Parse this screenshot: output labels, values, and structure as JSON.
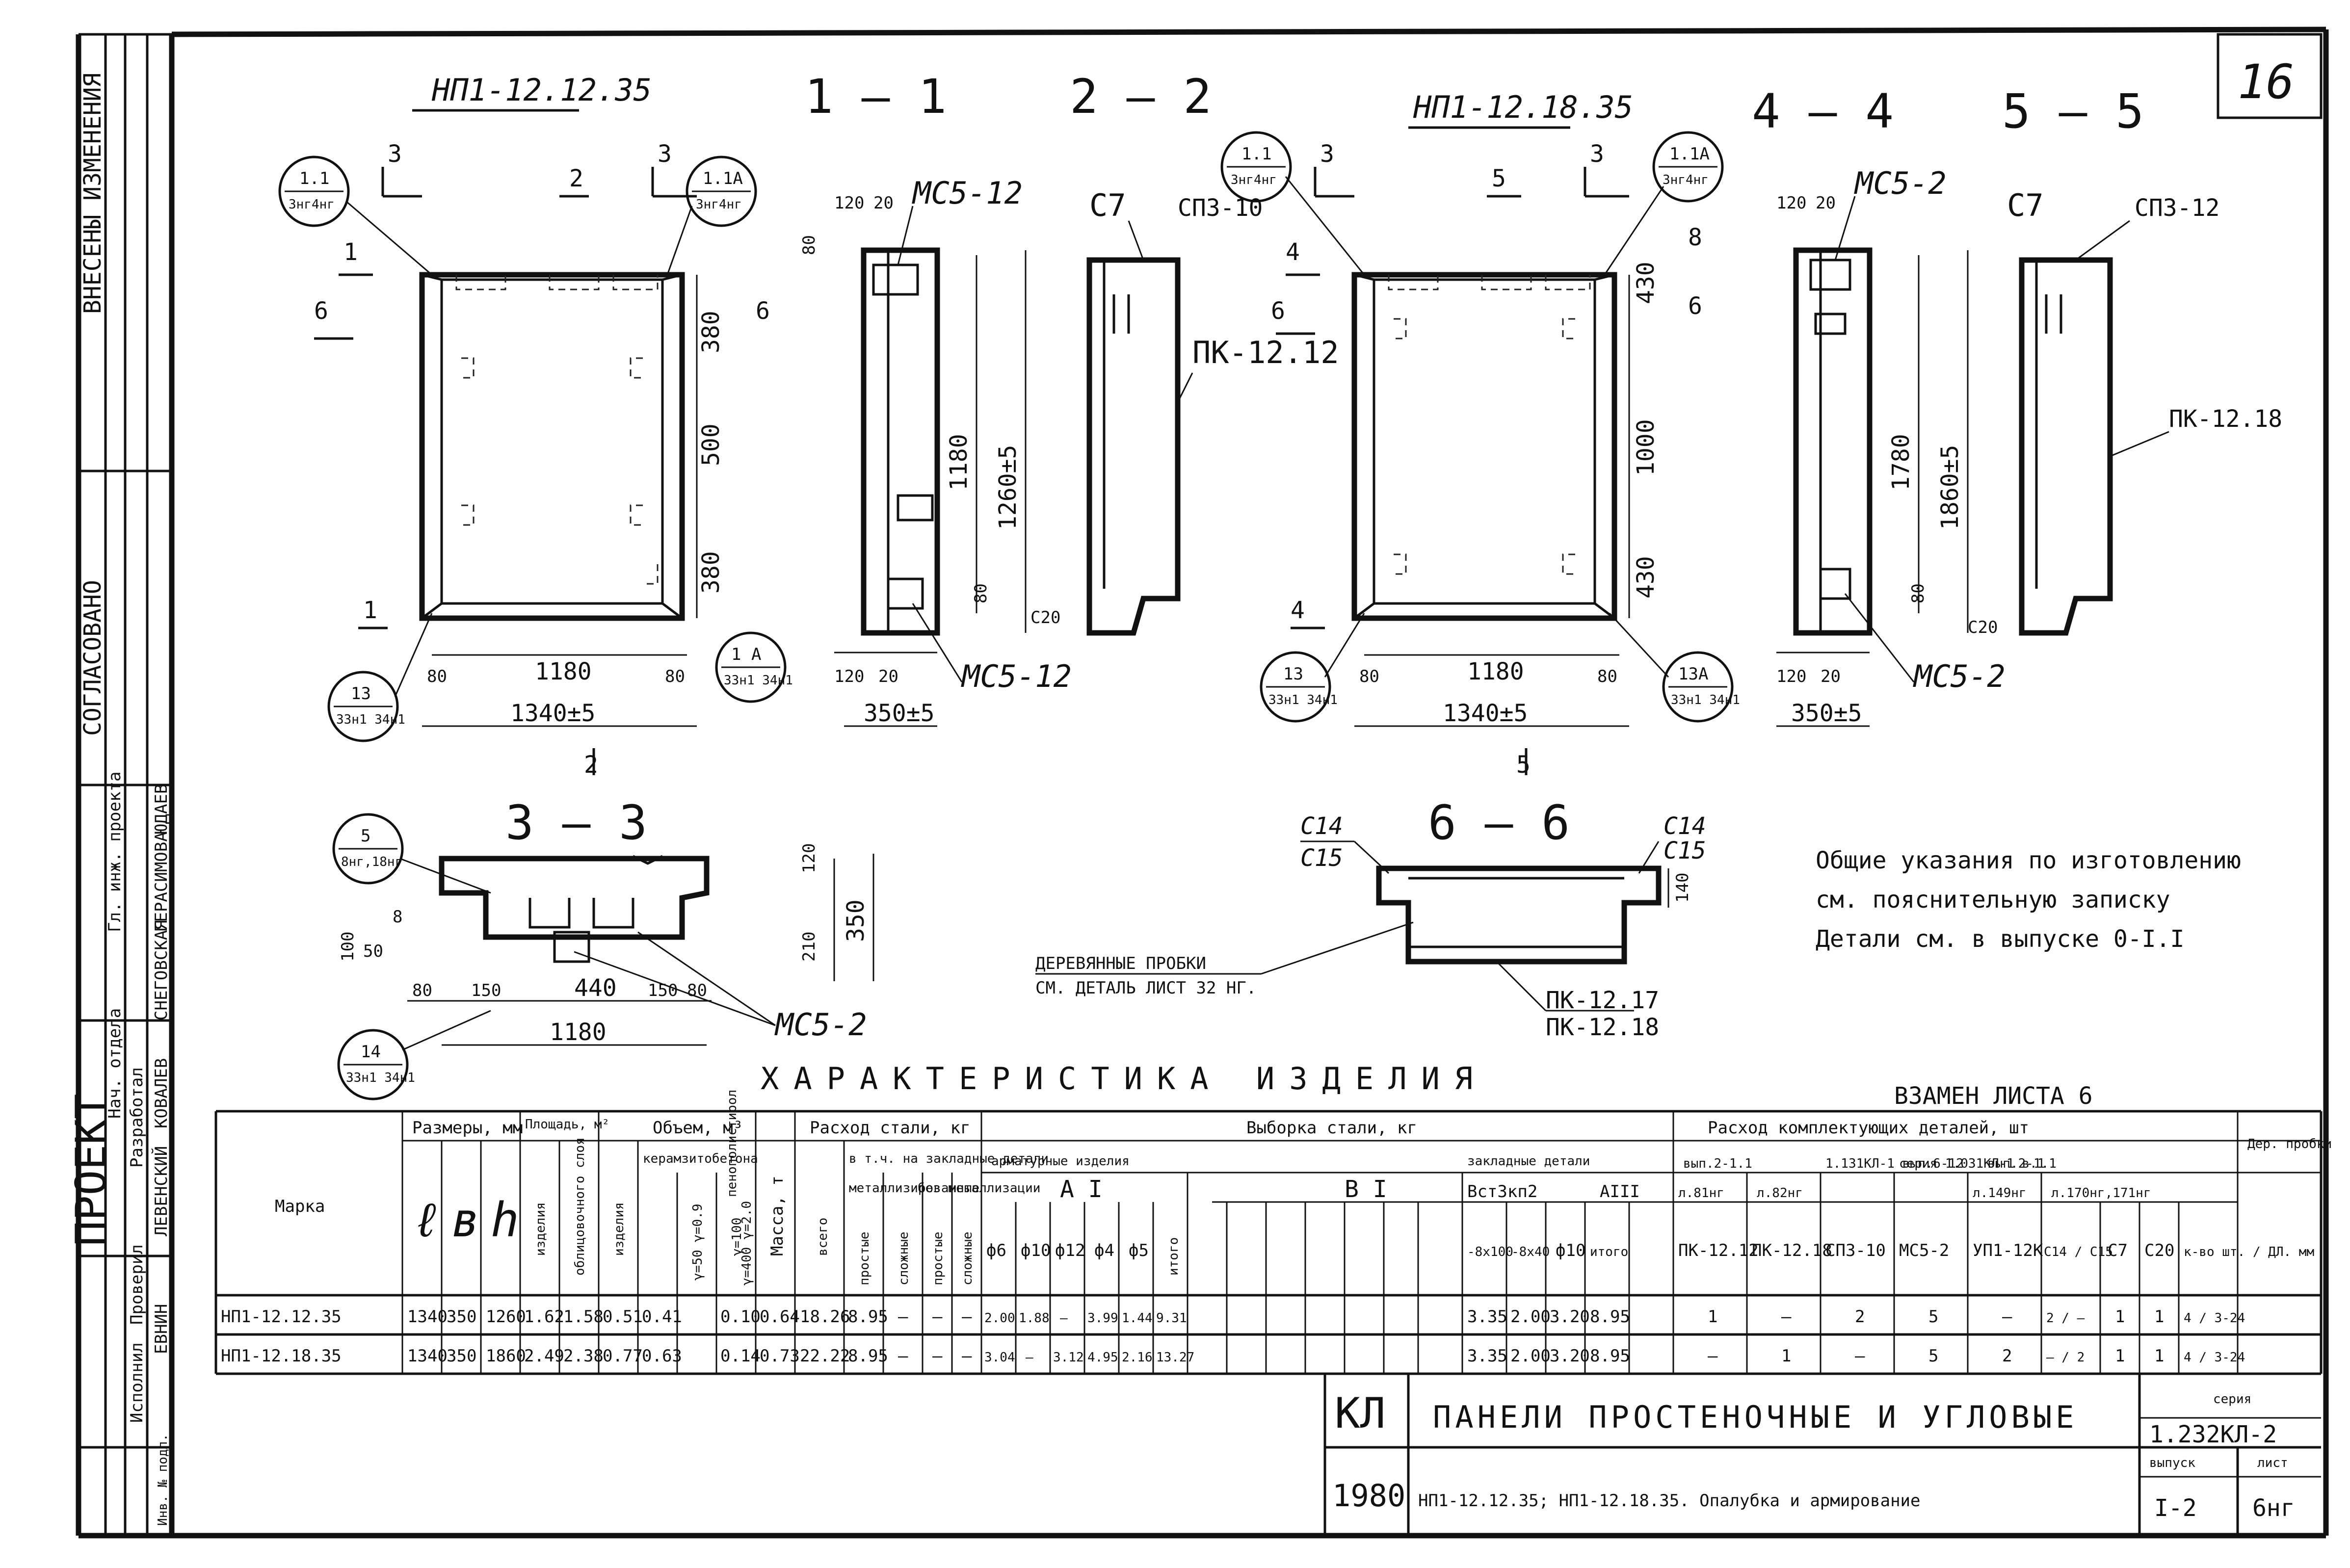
{
  "sheet_no": "16",
  "views": [
    {
      "title": "НП1-12.12.35"
    },
    {
      "title": "1 — 1"
    },
    {
      "title": "2 — 2"
    },
    {
      "title": "НП1-12.18.35"
    },
    {
      "title": "4 — 4"
    },
    {
      "title": "5 — 5"
    },
    {
      "title": "3 — 3"
    },
    {
      "title": "6 — 6"
    }
  ],
  "callouts": {
    "c11": "1.1",
    "c11s": "3нг4нг",
    "c11a": "1.1А",
    "c11as": "3нг4нг",
    "c1a": "1 А",
    "c1as": "33н1 34н1",
    "c13": "13",
    "c13s": "33н1 34н1",
    "c13a": "13А",
    "c13as": "33н1 34н1",
    "c5": "5",
    "c5s": "8нг,18нг",
    "c14": "14",
    "c14s": "33н1 34н1"
  },
  "dims": {
    "v380": "380",
    "v500": "500",
    "v80": "80",
    "v1180": "1180",
    "v1260": "1260±5",
    "h1180": "1180",
    "h1340": "1340±5",
    "h80": "80",
    "h120": "120",
    "h20": "20",
    "h350": "350±5",
    "v430": "430",
    "v1000": "1000",
    "v1780": "1780",
    "v1860": "1860±5",
    "h150": "150",
    "h440": "440",
    "h50": "50",
    "h100": "100",
    "v210": "210",
    "v120": "120",
    "v350": "350",
    "v140": "140",
    "s3": "3",
    "s2": "2",
    "s1": "1",
    "s6": "6",
    "s4": "4",
    "s5": "5"
  },
  "parts": {
    "mc512": "МС5-12",
    "mc52": "МС5-2",
    "c7": "С7",
    "sp310": "СП3-10",
    "sp312": "СП3-12",
    "pk1212": "ПК-12.12",
    "pk1218": "ПК-12.18",
    "pk1217": "ПК-12.17",
    "c20": "С20",
    "c14": "С14",
    "c15": "С15",
    "s8": "8"
  },
  "notes": {
    "probki1": "ДЕРЕВЯННЫЕ ПРОБКИ",
    "probki2": "СМ. ДЕТАЛЬ ЛИСТ 32 НГ.",
    "general1": "Общие указания по изготовлению",
    "general2": "см. пояснительную записку",
    "general3": "Детали см. в выпуске 0-I.I"
  },
  "table_title": "ХАРАКТЕРИСТИКА ИЗДЕЛИЯ",
  "table_replace": "ВЗАМЕН ЛИСТА 6",
  "table": {
    "marka": "Марка",
    "sizes": "Размеры, мм",
    "l": "ℓ",
    "b": "в",
    "h": "h",
    "area": "Площадь, м²",
    "area_item": "изделия",
    "area_facing": "облицовочного слоя",
    "volume": "Объем, м³",
    "vol_item": "изделия",
    "keramzit": "керамзитобетона",
    "k50": "γ=50 γ=0.9",
    "k100": "γ=100",
    "polyst": "пенополистирол",
    "p400": "γ=400 γ=2.0",
    "mass": "Масса, т",
    "steel": "Расход стали, кг",
    "steel_total": "всего",
    "steel_incl": "в т.ч. на закладные детали",
    "steel_metal": "металлизированные",
    "steel_nometal": "без металлизации",
    "prost": "простые",
    "slozh": "сложные",
    "sample": "Выборка стали, кг",
    "armat": "арматурные изделия",
    "zaklad": "закладные детали",
    "AI": "А I",
    "BI": "В I",
    "d6": "ф6",
    "d10": "ф10",
    "d12": "ф12",
    "d4": "ф4",
    "d5": "ф5",
    "itogo": "итого",
    "vst": "Вст3кп2",
    "AIII": "АIII",
    "b100": "-8x100",
    "b40": "-8x40",
    "d10b": "ф10",
    "itogo2": "итого",
    "compl": "Расход комплектующих деталей, шт",
    "v211a": "вып.2-1.1",
    "v211b": "вып.2-1.1",
    "s1131": "1.131КЛ-1 вып.6-12",
    "seria": "серия 1.031КЛ-1 в.1",
    "l81": "л.81нг",
    "l82": "л.82нг",
    "l149": "л.149нг",
    "l170": "л.170нг,171нг",
    "pk1212": "ПК-12.12",
    "pk1218": "ПК-12.18",
    "sp310": "СП3-10",
    "mc52": "МС5-2",
    "upl": "УП1-12К",
    "c14c15": "С14 / С15",
    "c7": "С7",
    "c20": "С20",
    "der": "Дер. пробки",
    "derq": "к-во шт. / ДЛ. мм"
  },
  "rows": [
    {
      "mark": "НП1-12.12.35",
      "l": "1340",
      "b": "350",
      "h": "1260",
      "a1": "1.62",
      "a2": "1.58",
      "v1": "0.51",
      "v2": "0.41",
      "v3": "",
      "v4": "0.10",
      "m": "0.64",
      "st": "18.26",
      "s1": "8.95",
      "s2": "—",
      "s3": "—",
      "s4": "—",
      "d6": "2.00",
      "d10": "1.88",
      "d12": "—",
      "d4": "3.99",
      "d5": "1.44",
      "it": "9.31",
      "b100": "3.35",
      "b40": "2.00",
      "d10b": "3.20",
      "it2": "8.95",
      "pk12": "1",
      "pk18": "—",
      "sp": "2",
      "mc": "5",
      "up": "—",
      "cc": "2 / —",
      "c7": "1",
      "c20": "1",
      "der": "4 / 3-24"
    },
    {
      "mark": "НП1-12.18.35",
      "l": "1340",
      "b": "350",
      "h": "1860",
      "a1": "2.49",
      "a2": "2.38",
      "v1": "0.77",
      "v2": "0.63",
      "v3": "",
      "v4": "0.14",
      "m": "0.73",
      "st": "22.22",
      "s1": "8.95",
      "s2": "—",
      "s3": "—",
      "s4": "—",
      "d6": "3.04",
      "d10": "—",
      "d12": "3.12",
      "d4": "4.95",
      "d5": "2.16",
      "it": "13.27",
      "b100": "3.35",
      "b40": "2.00",
      "d10b": "3.20",
      "it2": "8.95",
      "pk12": "—",
      "pk18": "1",
      "sp": "—",
      "mc": "5",
      "up": "2",
      "cc": "— / 2",
      "c7": "1",
      "c20": "1",
      "der": "4 / 3-24"
    }
  ],
  "stamp": {
    "org": "КЛ",
    "title": "ПАНЕЛИ ПРОСТЕНОЧНЫЕ И УГЛОВЫЕ",
    "year": "1980",
    "subtitle": "НП1-12.12.35; НП1-12.18.35. Опалубка и армирование",
    "seria_label": "серия",
    "seria": "1.232КЛ-2",
    "vypusk_label": "выпуск",
    "vypusk": "I-2",
    "list_label": "лист",
    "list": "6нг"
  },
  "sidebar": {
    "proekt": "ПРОЕКТ",
    "soglas": "СОГЛАСОВАНО",
    "izm": "ВНЕСЕНЫ ИЗМЕНЕНИЯ",
    "nach": "Нач. отдела",
    "gip": "Гл. инж. проекта",
    "razrab": "Разработал",
    "prov": "Проверил",
    "isp": "Исполнил",
    "n1": "ГЕРАСИМОВА",
    "n2": "ЮДАЕВ",
    "n3": "КОВАЛЕВ",
    "n4": "ЛЕВЕНСКИЙ",
    "n5": "ЕВНИН",
    "n6": "СНЕГОВСКАЯ",
    "inv": "Инв. № подл."
  }
}
